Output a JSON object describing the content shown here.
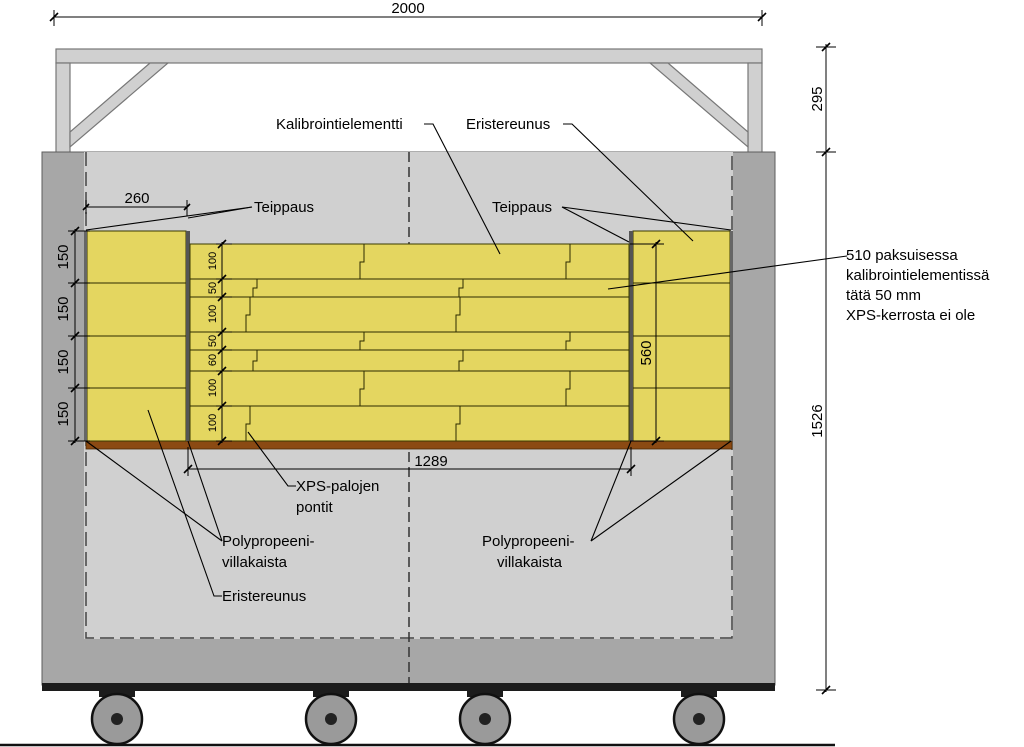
{
  "dimensions": {
    "top_width": "2000",
    "frame_height": "295",
    "total_height": "1526",
    "block_width": "260",
    "side_layers": [
      "150",
      "150",
      "150",
      "150"
    ],
    "center_layers": [
      "100",
      "50",
      "100",
      "50",
      "60",
      "100",
      "100"
    ],
    "right_height": "560",
    "center_width": "1289"
  },
  "labels": {
    "kalibrointielementti": "Kalibrointielementti",
    "eristereunus_top": "Eristereunus",
    "teippaus_left": "Teippaus",
    "teippaus_right": "Teippaus",
    "note_lines": [
      "510 paksuisessa",
      "kalibrointielementissä",
      "tätä 50 mm",
      "XPS-kerrosta ei ole"
    ],
    "xps_lines": [
      "XPS-palojen",
      "pontit"
    ],
    "pp_left_lines": [
      "Polypropeeni-",
      "villakaista"
    ],
    "pp_right_lines": [
      "Polypropeeni-",
      "villakaista"
    ],
    "eristereunus_bottom": "Eristereunus"
  },
  "colors": {
    "insulation": "#e4d660",
    "wall": "#a7a7a7",
    "interior": "#d0d0d0",
    "base_strip": "#8b4a13"
  }
}
